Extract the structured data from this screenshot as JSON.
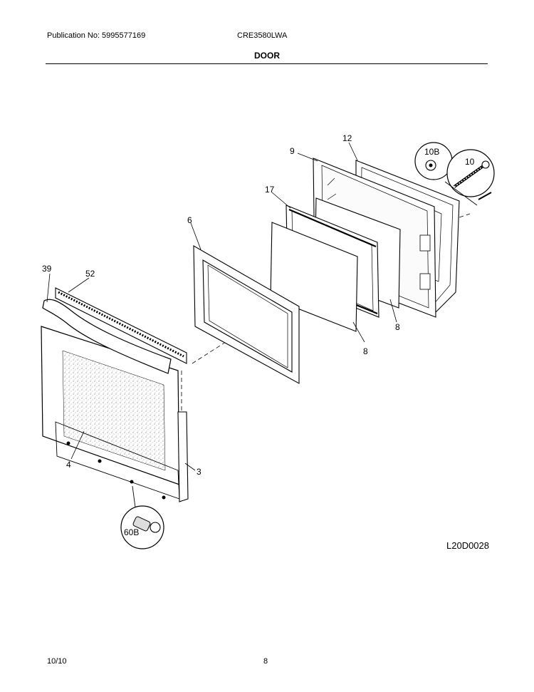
{
  "header": {
    "publication": "Publication No: 5995577169",
    "model": "CRE3580LWA",
    "section_title": "DOOR"
  },
  "callouts": {
    "c12": "12",
    "c9": "9",
    "c10b": "10B",
    "c10": "10",
    "c17": "17",
    "c6": "6",
    "c39": "39",
    "c52": "52",
    "c8a": "8",
    "c8b": "8",
    "c4": "4",
    "c3": "3",
    "c60b": "60B"
  },
  "diagram_ref": "L20D0028",
  "footer": {
    "date": "10/10",
    "page": "8"
  }
}
